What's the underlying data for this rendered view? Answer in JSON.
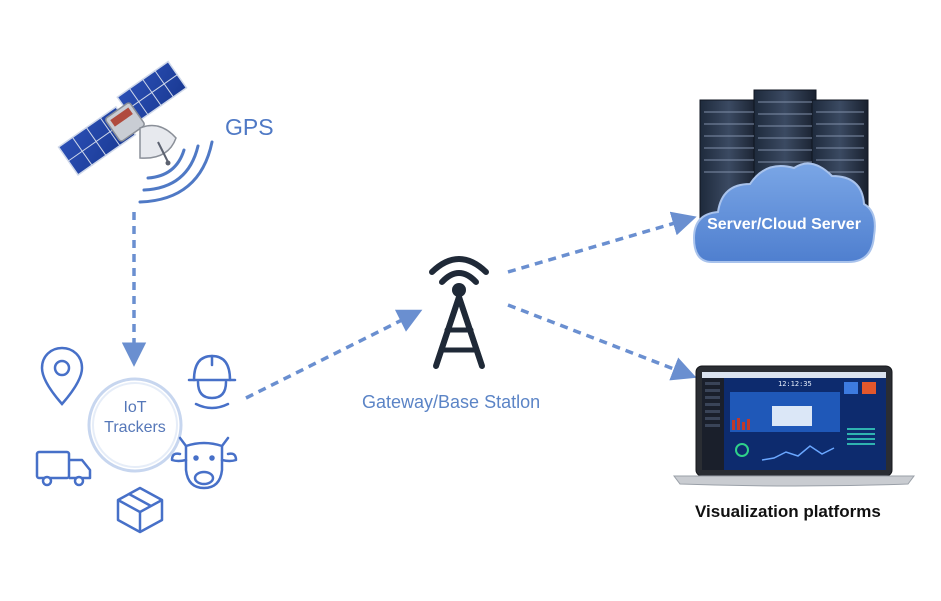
{
  "diagram": {
    "gps": {
      "label": "GPS"
    },
    "iot": {
      "line1": "IoT",
      "line2": "Trackers"
    },
    "gateway": {
      "label": "Gateway/Base Statlon"
    },
    "server": {
      "label": "Server/Cloud Server"
    },
    "visualization": {
      "label": "Visualization platforms",
      "screen_time": "12:12:35"
    }
  },
  "colors": {
    "accent_blue": "#4f79c5",
    "arrow_blue": "#6a8fd0",
    "icon_blue": "#3f6bc2",
    "cloud_blue": "#5f8fd8",
    "tower_dark": "#1f2937"
  }
}
